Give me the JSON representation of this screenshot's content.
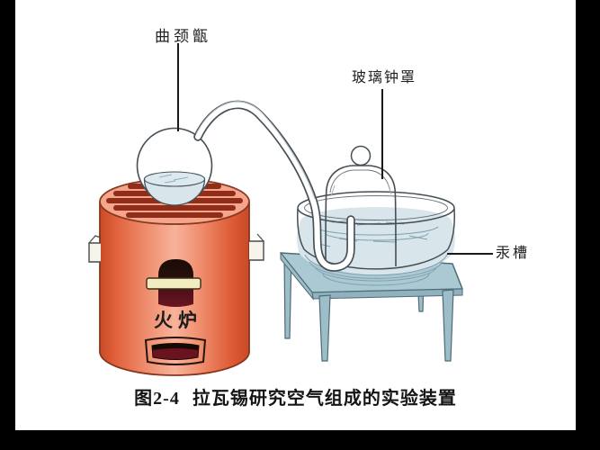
{
  "figure": {
    "caption_number": "图2-4",
    "caption_text": "拉瓦锡研究空气组成的实验装置",
    "labels": {
      "retort": "曲颈甑",
      "bell_jar": "玻璃钟罩",
      "mercury_trough": "汞槽",
      "furnace": "火炉"
    },
    "colors": {
      "furnace_body_light": "#f8b29a",
      "furnace_body_dark": "#c94a28",
      "furnace_top": "#f4a58c",
      "grate_slat": "#8f2d18",
      "firebox_dark": "#1c0b06",
      "firebox_red": "#6b121f",
      "damper_bar": "#f2ecc2",
      "liquid": "#d8e6ec",
      "liquid_line": "#7fa0b0",
      "glass_outline": "#454f55",
      "table_top": "#aac9d3",
      "table_edge": "#8fb2be",
      "label_line": "#1a1a1a"
    }
  }
}
